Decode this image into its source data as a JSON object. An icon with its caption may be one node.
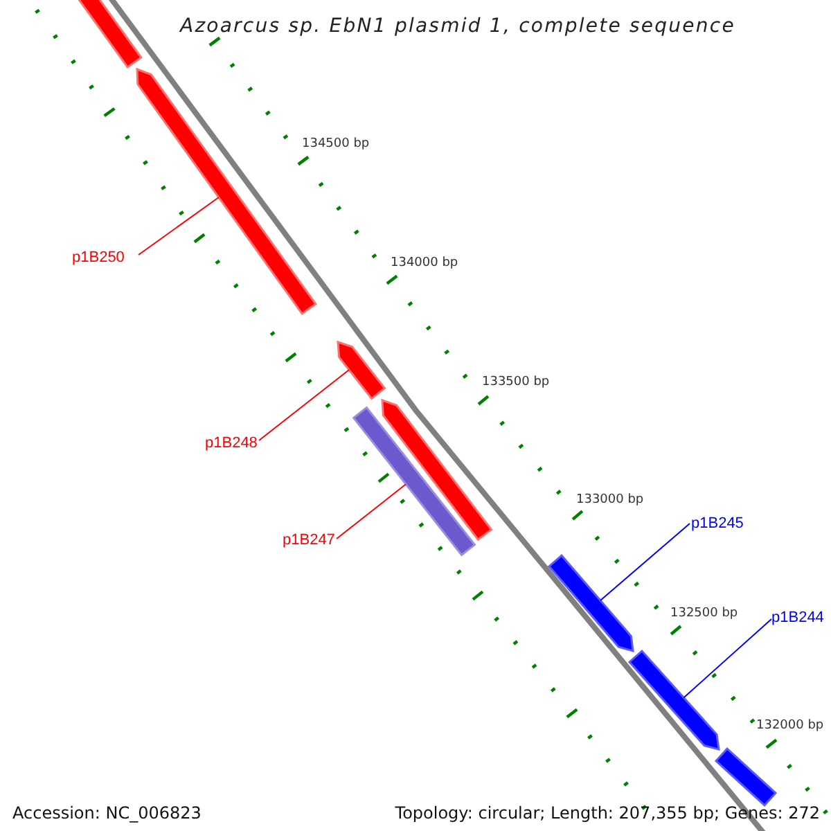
{
  "diagram": {
    "title": "Azoarcus sp. EbN1 plasmid 1, complete sequence",
    "nodes": [
      {
        "text": [],
        "shape": "bar"
      },
      {
        "text": [],
        "shape": "bar"
      },
      {
        "text": [
          "p1B250"
        ]
      },
      {
        "text": [],
        "shape": "bar"
      },
      {
        "text": [
          "p1B248"
        ]
      },
      {
        "text": [],
        "shape": "bar"
      },
      {
        "text": [],
        "shape": "bar"
      },
      {
        "text": [
          "p1B247"
        ]
      },
      {
        "text": [],
        "shape": "bar"
      },
      {
        "text": [
          "p1B245"
        ]
      },
      {
        "text": [],
        "shape": "bar"
      },
      {
        "text": [
          "p1B244"
        ]
      },
      {
        "text": [],
        "shape": "bar"
      }
    ],
    "edges": [
      {
        "from": 2,
        "to": 1,
        "arrow": "none"
      },
      {
        "from": 4,
        "to": 3,
        "arrow": "none"
      },
      {
        "from": 7,
        "to": 6,
        "arrow": "none"
      },
      {
        "from": 9,
        "to": 8,
        "arrow": "none",
        "color": "#0000ff"
      },
      {
        "from": 11,
        "to": 10,
        "arrow": "none",
        "color": "#0000ff"
      }
    ],
    "labels": [
      "134500 bp",
      "134000 bp",
      "133500 bp",
      "133000 bp",
      "132500 bp",
      "132000 bp",
      "Accession: NC_006823",
      "Topology: circular; Length: 207,355 bp; Genes: 272"
    ]
  }
}
